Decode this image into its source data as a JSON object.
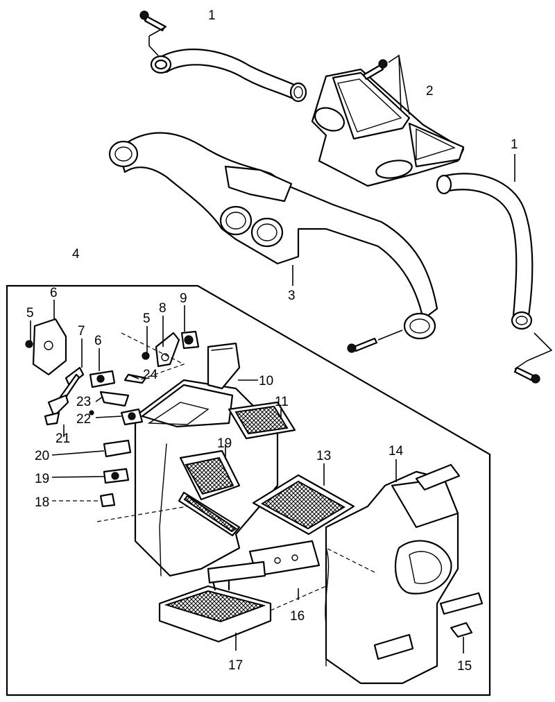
{
  "callouts": {
    "c1a": "1",
    "c1b": "1",
    "c2": "2",
    "c3": "3",
    "c4": "4",
    "c5a": "5",
    "c5b": "5",
    "c6a": "6",
    "c6b": "6",
    "c7": "7",
    "c8": "8",
    "c9": "9",
    "c10": "10",
    "c11": "11",
    "c13": "13",
    "c14": "14",
    "c15": "15",
    "c16": "16",
    "c17": "17",
    "c18": "18",
    "c19a": "19",
    "c19b": "19",
    "c20": "20",
    "c21": "21",
    "c22": "22",
    "c23": "23",
    "c24": "24"
  }
}
